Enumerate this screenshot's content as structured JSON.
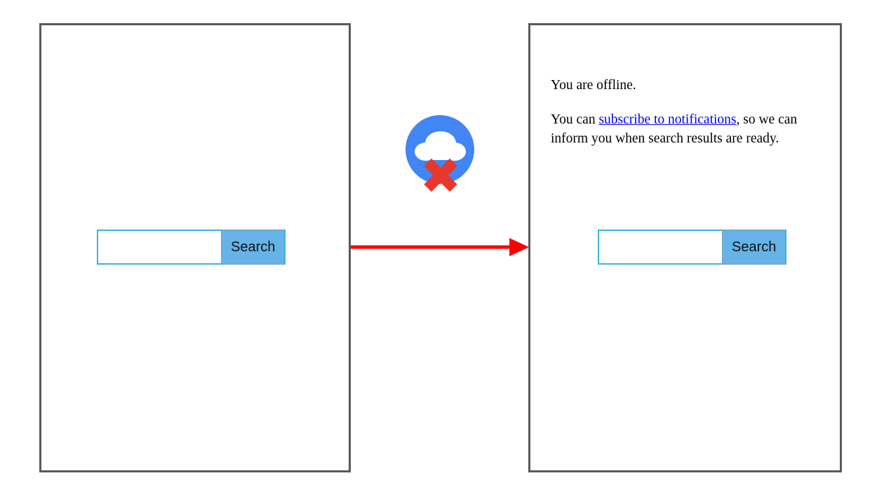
{
  "diagram": {
    "title": "Offline search flow",
    "panels": [
      {
        "id": "before",
        "name": "search-screen-online"
      },
      {
        "id": "after",
        "name": "search-screen-offline"
      }
    ],
    "arrow": {
      "name": "flow-arrow",
      "direction": "right",
      "color": "#ff0000"
    }
  },
  "colors": {
    "panel_border": "#5a5a5a",
    "input_border": "#3cb4d8",
    "button_fill": "#66b3e8",
    "cloud_circle": "#4285f4",
    "cloud_fill": "#ffffff",
    "error_x": "#e8382b",
    "arrow": "#ff0000",
    "link": "#0000ee",
    "text": "#000000"
  },
  "search_before": {
    "input_value": "",
    "input_placeholder": "",
    "button_label": "Search"
  },
  "search_after": {
    "input_value": "",
    "input_placeholder": "",
    "button_label": "Search"
  },
  "offline_message": {
    "status_line": "You are offline.",
    "body_prefix": "You can ",
    "link_text": "subscribe to notifications",
    "body_suffix": ", so we can inform you when search results are ready."
  },
  "icons": {
    "cloud_offline": "cloud-offline-icon",
    "error_cross": "error-cross-icon",
    "arrow_head": "arrow-head-icon"
  }
}
